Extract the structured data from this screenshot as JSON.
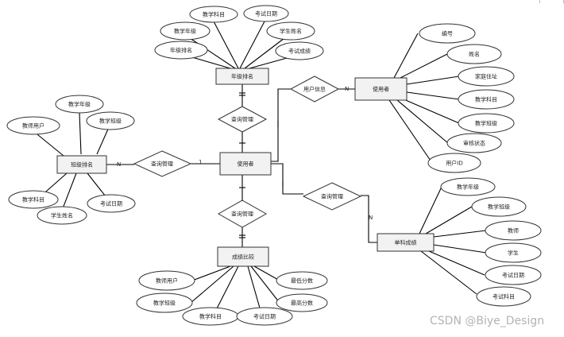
{
  "entities": {
    "grade_rank": "年级排名",
    "class_rank": "班级排名",
    "user_center": "使用者",
    "user_right": "使用者",
    "score_compare": "成绩比较",
    "single_score": "单科成绩"
  },
  "relations": {
    "query_top": "查询管理",
    "query_left": "查询管理",
    "query_bottom": "查询管理",
    "query_right": "查询管理",
    "user_info": "用户信息"
  },
  "attributes": {
    "grade_rank": [
      "教学科目",
      "考试日期",
      "教学年级",
      "学生姓名",
      "年级排名",
      "考试成绩"
    ],
    "class_rank": [
      "教学年级",
      "教师用户",
      "教学班级",
      "教学科目",
      "考试日期",
      "学生姓名"
    ],
    "user_right": [
      "编号",
      "姓名",
      "家庭住址",
      "教学科目",
      "教学班级",
      "审核状态",
      "用户ID"
    ],
    "score_compare": [
      "教师用户",
      "教学班级",
      "教学科目",
      "考试日期",
      "最低分数",
      "最高分数"
    ],
    "single_score": [
      "教学年级",
      "教学班级",
      "教师",
      "学生",
      "考试日期",
      "考试科目"
    ]
  },
  "cardinality": {
    "n_left": "N",
    "one_left": "1",
    "n_right_info": "N",
    "n_single": "N"
  },
  "watermark": "CSDN @Biye_Design"
}
